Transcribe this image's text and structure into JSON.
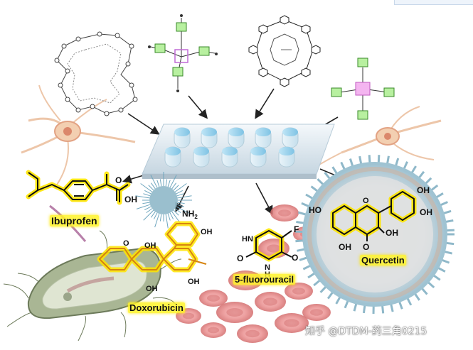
{
  "labels": {
    "ibuprofen": "Ibuprofen",
    "doxorubicin": "Doxorubicin",
    "fluorouracil": "5-fluorouracil",
    "quercetin": "Quercetin"
  },
  "atoms": {
    "oh": "OH",
    "o": "O",
    "ho": "HO",
    "hn": "HN",
    "nh": "N",
    "h": "H",
    "f": "F",
    "nh2": "NH",
    "sub2": "2"
  },
  "watermark": "知乎 @DTDM-药三角0215",
  "colors": {
    "highlight": "#fff328",
    "capsule_body": "#dfeef6",
    "capsule_cap": "#9fd3ec",
    "blister": "#c9dde8",
    "blood_cell": "#e98a8a",
    "virus": "#8fb8c9",
    "bacterium": "#7c8c6a",
    "neuron": "#e7a07a"
  }
}
